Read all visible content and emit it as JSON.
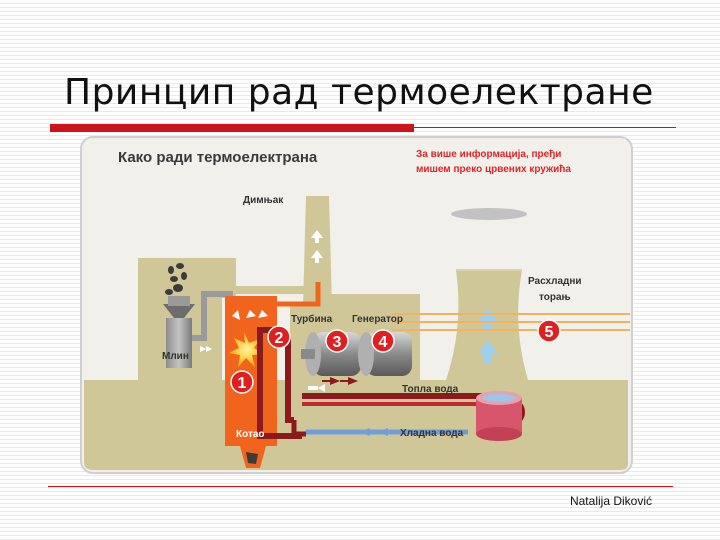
{
  "slide": {
    "title": "Принцип рад термоелектране",
    "author": "Natalija Diković"
  },
  "diagram": {
    "heading": "Како ради термоелектрана",
    "hint_line1": "За више информација, пређи",
    "hint_line2": "мишем преко црвених кружића",
    "labels": {
      "chimney": "Димњак",
      "mill": "Млин",
      "boiler": "Котао",
      "turbine": "Турбина",
      "generator": "Генератор",
      "cooling_tower_line1": "Расхладни",
      "cooling_tower_line2": "торањ",
      "hot_water": "Топла вода",
      "cold_water": "Хладна вода"
    },
    "markers": [
      "1",
      "2",
      "3",
      "4",
      "5"
    ]
  },
  "colors": {
    "accent_red": "#cc1419",
    "marker_red": "#e02020",
    "boiler_orange": "#f0641e",
    "ground_khaki": "#cfc797",
    "sky": "#f1f0ea",
    "pipe_dark_red": "#8a1a1c",
    "pipe_blue": "#6f9fd8"
  }
}
